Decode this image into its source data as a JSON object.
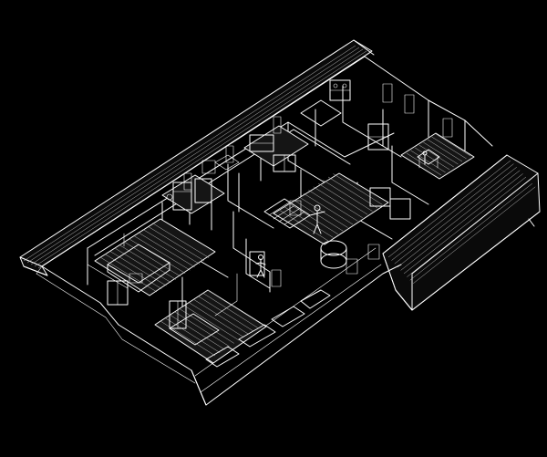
{
  "colors": {
    "background": "#000000",
    "linework": "#ffffff"
  },
  "drawing": {
    "style": "isometric axonometric line drawing",
    "elements": [
      "roof-slab-left",
      "roof-slab-right",
      "exterior-walls",
      "interior-partitions",
      "room-living",
      "room-bedroom-left",
      "room-bedroom-front",
      "room-bathroom",
      "room-kitchen",
      "room-study-right",
      "staircase",
      "round-table",
      "human-figures",
      "windows",
      "furniture"
    ]
  }
}
